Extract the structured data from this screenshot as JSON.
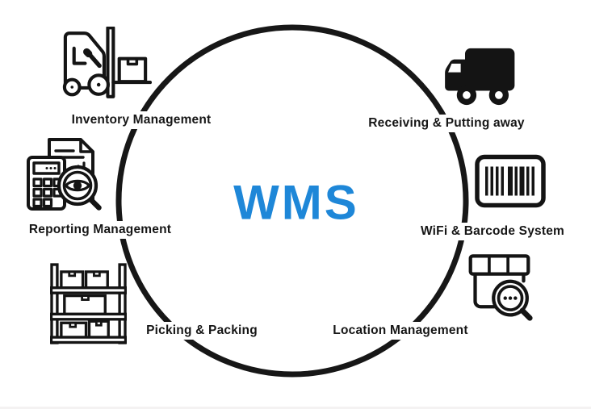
{
  "title": "WMS",
  "colors": {
    "accent": "#1e87d8",
    "ink": "#161616",
    "background": "#ffffff"
  },
  "diagram": {
    "type": "cycle",
    "center_label": "WMS",
    "ring_color": "#171717"
  },
  "nodes": [
    {
      "label": "Inventory Management",
      "icon": "forklift-icon",
      "position": "top-left"
    },
    {
      "label": "Receiving & Putting away",
      "icon": "delivery-truck-icon",
      "position": "top-right"
    },
    {
      "label": "Reporting Management",
      "icon": "report-analysis-icon",
      "position": "mid-left"
    },
    {
      "label": "WiFi & Barcode System",
      "icon": "barcode-icon",
      "position": "mid-right"
    },
    {
      "label": "Picking & Packing",
      "icon": "storage-rack-icon",
      "position": "bottom-left"
    },
    {
      "label": "Location Management",
      "icon": "package-search-icon",
      "position": "bottom-right"
    }
  ]
}
